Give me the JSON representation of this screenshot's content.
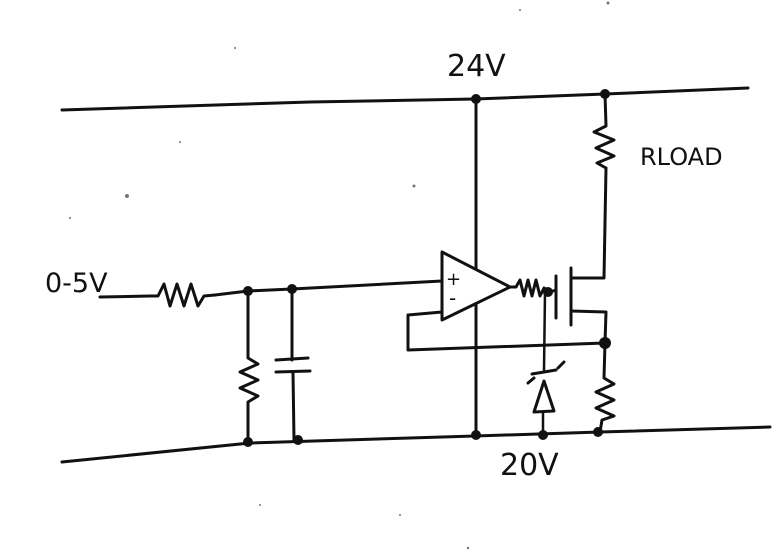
{
  "labels": {
    "supply_top": "24V",
    "supply_bottom": "20V",
    "input": "0-5V",
    "load": "RLOAD",
    "opamp_plus": "+",
    "opamp_minus": "-"
  }
}
